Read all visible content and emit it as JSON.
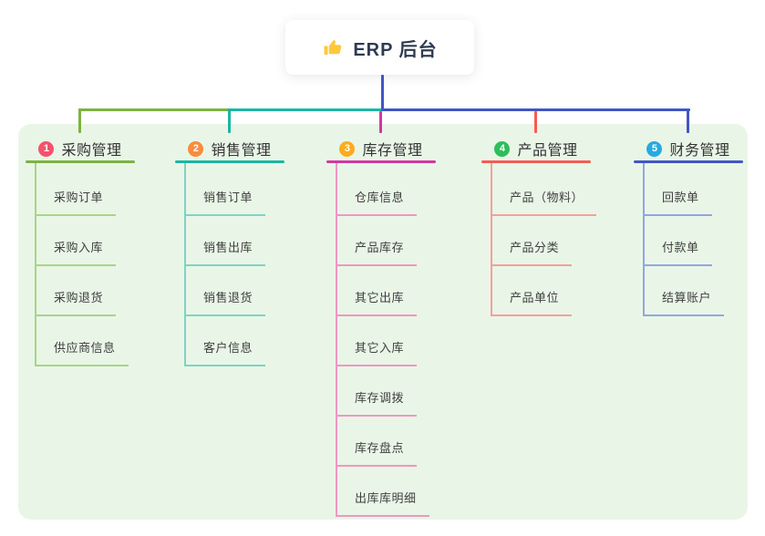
{
  "root": {
    "title": "ERP 后台",
    "icon": "thumbs-up-icon",
    "icon_color": "#FFC83D"
  },
  "theme": {
    "page_bg": "#FFFFFF",
    "panel_bg": "#E9F6E7",
    "card_bg": "#FFFFFF",
    "root_text": "#2E3B52",
    "branch_text": "#333333",
    "child_text": "#404040",
    "root_connector": "#4255C4"
  },
  "branches": [
    {
      "index": "1",
      "label": "采购管理",
      "badge_color": "#F4526E",
      "line_color": "#7CB342",
      "light_color": "#A8D48A",
      "children": [
        "采购订单",
        "采购入库",
        "采购退货",
        "供应商信息"
      ]
    },
    {
      "index": "2",
      "label": "销售管理",
      "badge_color": "#F98C3D",
      "line_color": "#1CB5A3",
      "light_color": "#7ED3C6",
      "children": [
        "销售订单",
        "销售出库",
        "销售退货",
        "客户信息"
      ]
    },
    {
      "index": "3",
      "label": "库存管理",
      "badge_color": "#FBAC1F",
      "line_color": "#D0399F",
      "light_color": "#F096C4",
      "children": [
        "仓库信息",
        "产品库存",
        "其它出库",
        "其它入库",
        "库存调拨",
        "库存盘点",
        "出库库明细"
      ]
    },
    {
      "index": "4",
      "label": "产品管理",
      "badge_color": "#2EBE5A",
      "line_color": "#F75B54",
      "light_color": "#F5A09A",
      "children": [
        "产品（物料）",
        "产品分类",
        "产品单位"
      ]
    },
    {
      "index": "5",
      "label": "财务管理",
      "badge_color": "#29A9E1",
      "line_color": "#4255C4",
      "light_color": "#93A5E2",
      "children": [
        "回款单",
        "付款单",
        "结算账户"
      ]
    }
  ]
}
